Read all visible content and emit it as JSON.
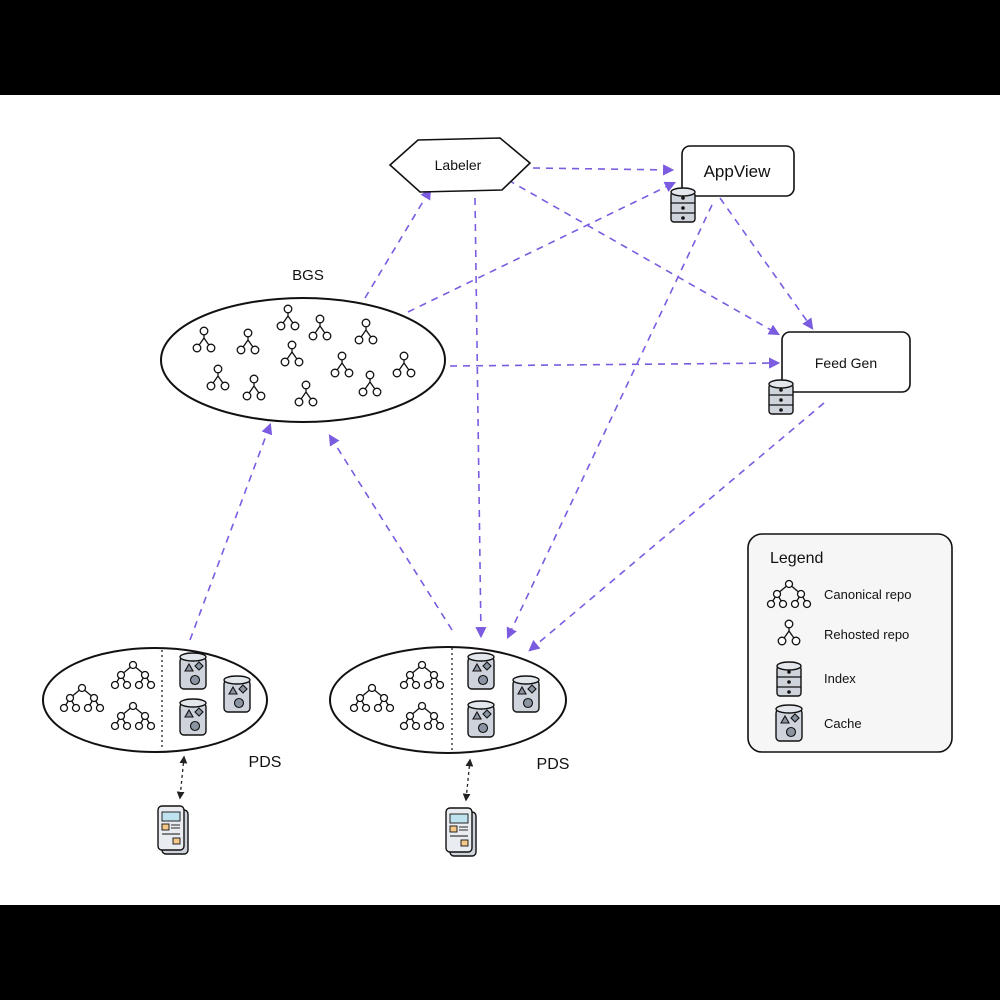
{
  "nodes": {
    "labeler": "Labeler",
    "appview": "AppView",
    "bgs": "BGS",
    "feedgen": "Feed Gen",
    "pds_left": "PDS",
    "pds_right": "PDS"
  },
  "legend": {
    "title": "Legend",
    "items": [
      {
        "icon": "canonical-repo-icon",
        "label": "Canonical repo"
      },
      {
        "icon": "rehosted-repo-icon",
        "label": "Rehosted repo"
      },
      {
        "icon": "index-icon",
        "label": "Index"
      },
      {
        "icon": "cache-icon",
        "label": "Cache"
      }
    ]
  },
  "colors": {
    "arrow": "#7b5ce0",
    "client_arrow": "#222222",
    "cylinder_fill": "#cfd4dc",
    "stroke": "#111111"
  }
}
